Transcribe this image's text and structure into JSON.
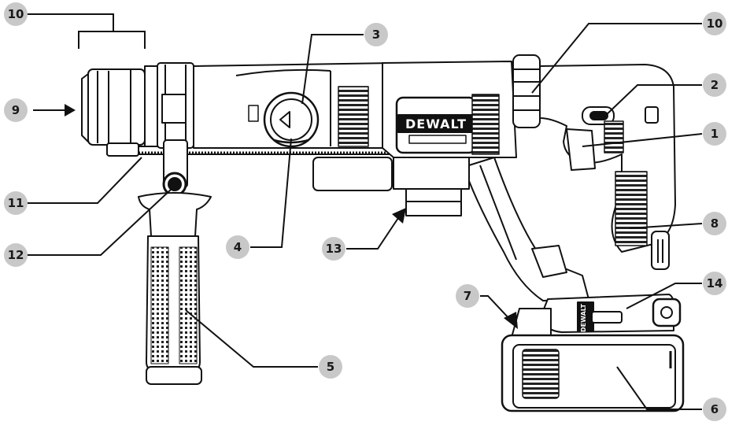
{
  "figure": {
    "brand_text": "DEWALT",
    "battery_brand_text": "DEWALT",
    "callouts": [
      {
        "id": "1",
        "label": "1"
      },
      {
        "id": "2",
        "label": "2"
      },
      {
        "id": "3",
        "label": "3"
      },
      {
        "id": "4",
        "label": "4"
      },
      {
        "id": "5",
        "label": "5"
      },
      {
        "id": "6",
        "label": "6"
      },
      {
        "id": "7",
        "label": "7"
      },
      {
        "id": "8",
        "label": "8"
      },
      {
        "id": "9",
        "label": "9"
      },
      {
        "id": "10a",
        "label": "10"
      },
      {
        "id": "10b",
        "label": "10"
      },
      {
        "id": "11",
        "label": "11"
      },
      {
        "id": "12",
        "label": "12"
      },
      {
        "id": "13",
        "label": "13"
      },
      {
        "id": "14",
        "label": "14"
      }
    ]
  },
  "colors": {
    "badge": "#c8c8c8",
    "badge_text": "#1a1a1a",
    "line": "#111111",
    "accent_gray": "#dddddd"
  }
}
